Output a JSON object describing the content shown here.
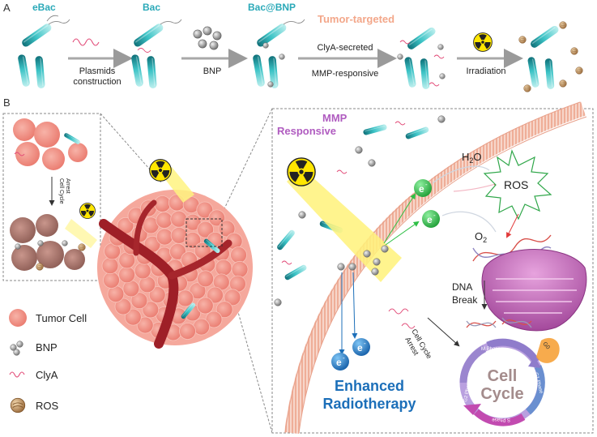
{
  "panel_a": {
    "label": "A",
    "stages": [
      "eBac",
      "Bac",
      "Bac@BNP"
    ],
    "tumor_targeted": "Tumor-targeted",
    "step1_line1": "Plasmids",
    "step1_line2": "construction",
    "step2": "BNP",
    "step3_line1": "ClyA-secreted",
    "step3_line2": "MMP-responsive",
    "step4": "Irradiation"
  },
  "panel_b": {
    "label": "B",
    "inset_arrest": [
      "Cell Cycle",
      "Arrest"
    ],
    "legend": {
      "tumor_cell": "Tumor Cell",
      "bnp": "BNP",
      "clya": "ClyA",
      "ros": "ROS"
    },
    "mmp_line1": "MMP",
    "mmp_line2": "Responsive",
    "h2o": "H",
    "h2o_sub": "2",
    "h2o_end": "O",
    "ros": "ROS",
    "o2": "O",
    "o2_sub": "2",
    "electron": "e",
    "electron_sup": "-",
    "dna_line1": "DNA",
    "dna_line2": "Break",
    "arrest_line1": "Cell Cycle",
    "arrest_line2": "Arrest",
    "cycle_line1": "Cell",
    "cycle_line2": "Cycle",
    "phases": [
      "M Phase",
      "G1 Phase",
      "S Phase",
      "G2 Phase",
      "G0"
    ],
    "enhanced_line1": "Enhanced",
    "enhanced_line2": "Radiotherapy"
  },
  "colors": {
    "bacteria": "#2fb3b8",
    "bacteria_dark": "#137a82",
    "tumor": "#f08e82",
    "stage_label": "#2aa9b8",
    "tumor_targeted": "#f3a78a",
    "mmp": "#b05cc0",
    "electron": "#2ebf45",
    "enhanced": "#1c6fb9",
    "ros_star": "#30a74a",
    "membrane": "#f2b9a6",
    "vessel": "#a6262c",
    "radiation": "#ffe600"
  }
}
